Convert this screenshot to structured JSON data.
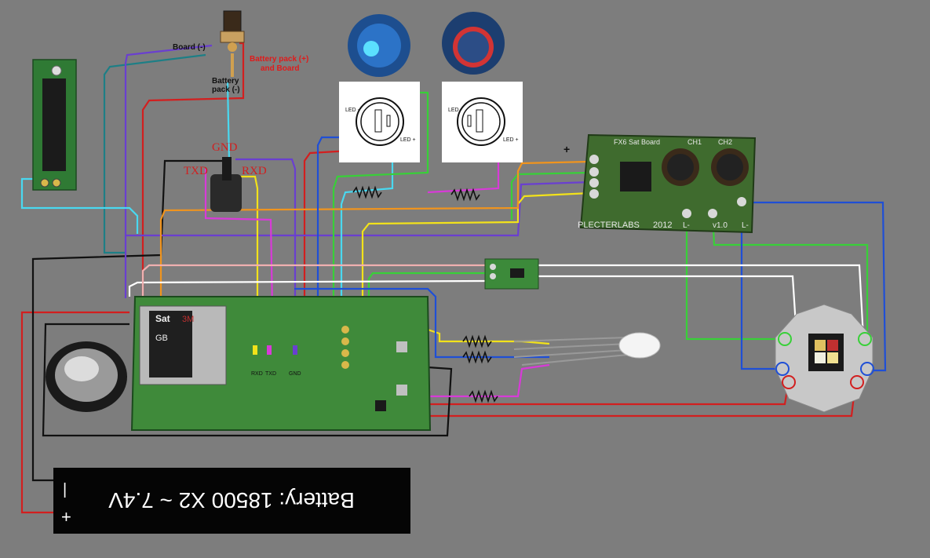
{
  "labels": {
    "board_neg": "Board (-)",
    "battery_neg_1": "Battery",
    "battery_neg_2": "pack (-)",
    "battery_pos_1": "Battery pack (+)",
    "battery_pos_2": "and Board",
    "gnd": "GND",
    "txd": "TXD",
    "rxd": "RXD",
    "led_minus": "LED -",
    "led_plus": "LED +",
    "plus_sign": "+",
    "board_brand": "PLECTERLABS",
    "board_year": "2012",
    "board_version": "v1.0",
    "board_title": "FX6 Sat Board",
    "board_ch1": "CH1",
    "board_ch2": "CH2",
    "board_lminus_1": "L-",
    "board_lminus_2": "L-",
    "sd_card": "Sat",
    "sd_size": "3M",
    "sd_gb": "GB",
    "pin_rxd": "RXD",
    "pin_txd": "TXD",
    "pin_gnd": "GND",
    "battery_text": "Battery: 18500 X2 ~ 7.4V",
    "battery_plus": "+",
    "battery_minus": "|"
  },
  "colors": {
    "background": "#7d7d7d",
    "red_wire": "#d21f1f",
    "black_wire": "#111111",
    "blue_wire": "#1f4fd6",
    "cyan_wire": "#49d8f0",
    "green_wire": "#38d038",
    "yellow_wire": "#f2e21a",
    "orange_wire": "#f0941e",
    "purple_wire": "#6a3fd0",
    "magenta_wire": "#d83ad8",
    "white_wire": "#ffffff",
    "teal_wire": "#1d7f86",
    "pink_wire": "#f0b0b0",
    "pcb_green": "#3f8a3a"
  }
}
